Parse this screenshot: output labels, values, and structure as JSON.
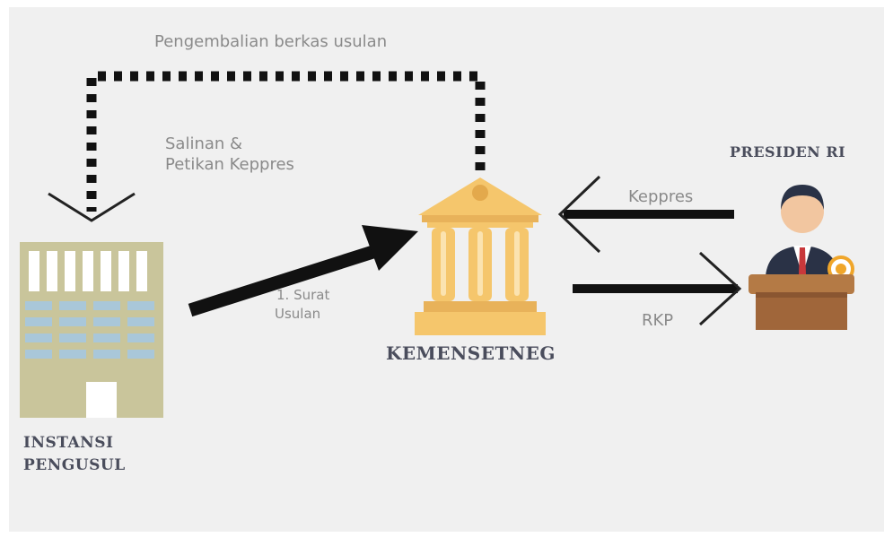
{
  "labels": {
    "return_label": "Pengembalian berkas usulan",
    "copy_label": "Salinan &",
    "copy_label_2": "Petikan Keppres",
    "proposal_label": "1. Surat",
    "proposal_label_2": "Usulan",
    "keppres_label": "Keppres",
    "rkp_label": "RKP"
  },
  "nodes": {
    "agency": {
      "line1": "INSTANSI",
      "line2": "PENGUSUL",
      "icon": "office-building-icon"
    },
    "ministry": {
      "name": "KEMENSETNEG",
      "icon": "government-building-icon"
    },
    "president": {
      "name": "PRESIDEN RI",
      "icon": "president-at-podium-icon"
    }
  },
  "colors": {
    "background": "#f0f0f0",
    "arrow": "#111111",
    "label": "#8a8a8a",
    "name": "#4a4d5c",
    "building_gold": "#f5c66c",
    "office_olive": "#c9c59b",
    "office_window": "#a9c7d9",
    "podium_brown": "#a0663a"
  }
}
